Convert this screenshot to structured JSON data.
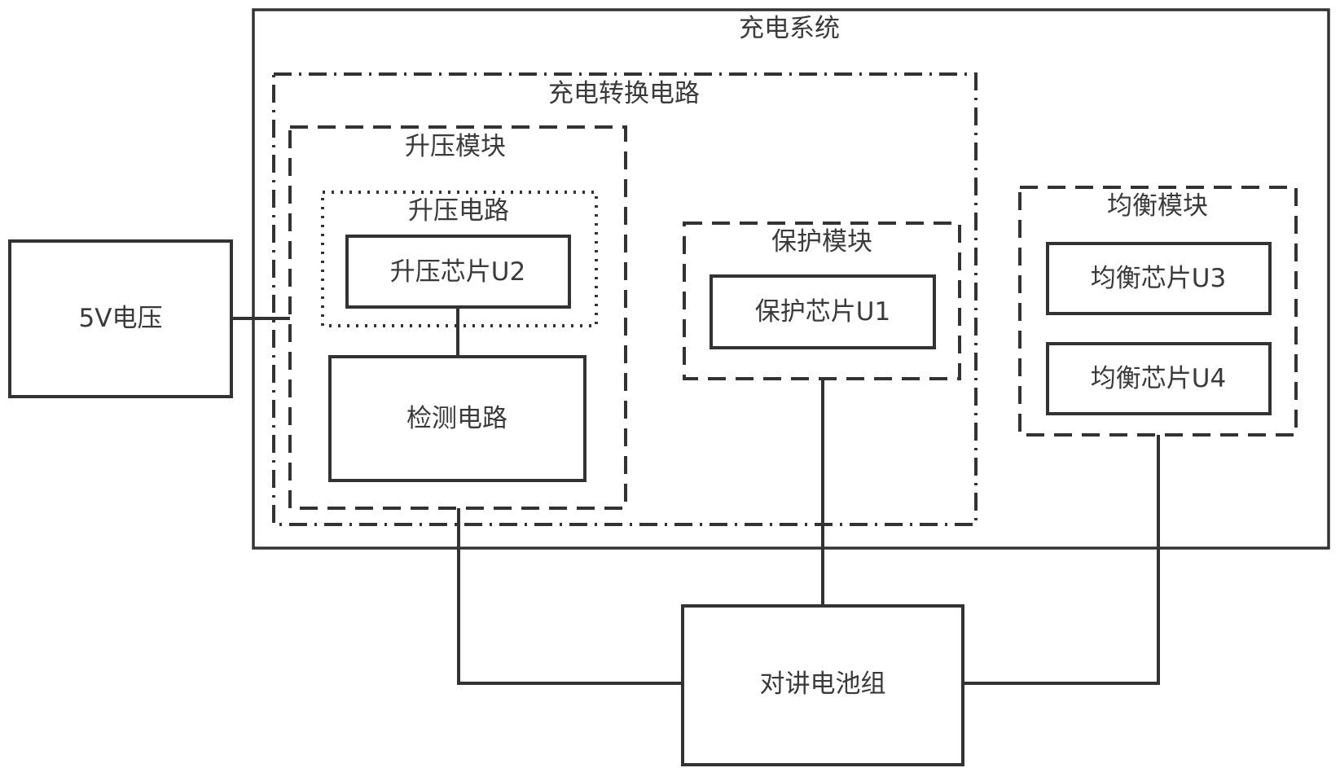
{
  "diagram": {
    "type": "block-diagram",
    "title": "充电系统",
    "nodes": {
      "charging_system": {
        "label": "充电系统",
        "border": "solid"
      },
      "charge_conversion_circuit": {
        "label": "充电转换电路",
        "border": "dash-dot"
      },
      "boost_module": {
        "label": "升压模块",
        "border": "dashed"
      },
      "boost_circuit": {
        "label": "升压电路",
        "border": "dotted"
      },
      "boost_chip_u2": {
        "label": "升压芯片U2",
        "border": "solid"
      },
      "detection_circuit": {
        "label": "检测电路",
        "border": "solid"
      },
      "protection_module": {
        "label": "保护模块",
        "border": "dashed"
      },
      "protection_chip_u1": {
        "label": "保护芯片U1",
        "border": "solid"
      },
      "balance_module": {
        "label": "均衡模块",
        "border": "dashed"
      },
      "balance_chip_u3": {
        "label": "均衡芯片U3",
        "border": "solid"
      },
      "balance_chip_u4": {
        "label": "均衡芯片U4",
        "border": "solid"
      },
      "voltage_5v": {
        "label": "5V电压",
        "border": "solid"
      },
      "intercom_battery_pack": {
        "label": "对讲电池组",
        "border": "solid"
      }
    },
    "edges": [
      {
        "from": "voltage_5v",
        "to": "boost_module"
      },
      {
        "from": "boost_chip_u2",
        "to": "detection_circuit"
      },
      {
        "from": "boost_module",
        "to": "intercom_battery_pack"
      },
      {
        "from": "protection_module",
        "to": "intercom_battery_pack"
      },
      {
        "from": "balance_module",
        "to": "intercom_battery_pack"
      }
    ],
    "containment": {
      "charging_system": [
        "charge_conversion_circuit",
        "balance_module"
      ],
      "charge_conversion_circuit": [
        "boost_module",
        "protection_module"
      ],
      "boost_module": [
        "boost_circuit",
        "detection_circuit"
      ],
      "boost_circuit": [
        "boost_chip_u2"
      ],
      "protection_module": [
        "protection_chip_u1"
      ],
      "balance_module": [
        "balance_chip_u3",
        "balance_chip_u4"
      ]
    },
    "colors": {
      "stroke": "#333333",
      "text": "#3a3a3a",
      "background": "#ffffff"
    }
  }
}
